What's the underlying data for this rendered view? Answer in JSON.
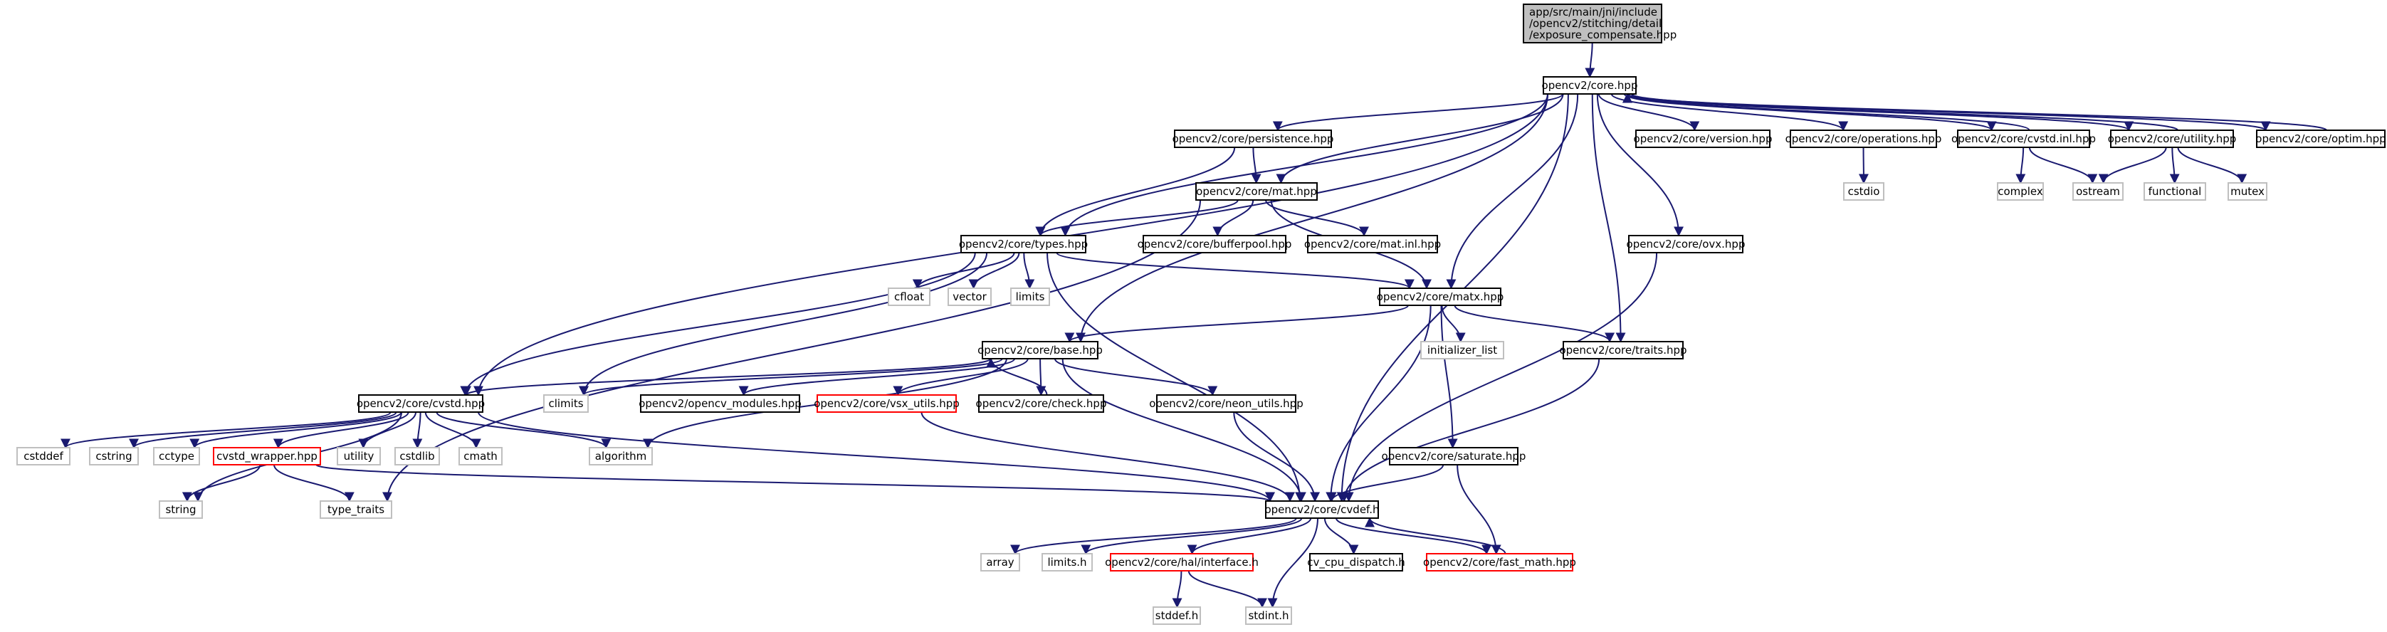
{
  "root_lines": [
    "app/src/main/jni/include",
    "/opencv2/stitching/detail",
    "/exposure_compensate.hpp"
  ],
  "nodes": {
    "core": "opencv2/core.hpp",
    "persistence": "opencv2/core/persistence.hpp",
    "version": "opencv2/core/version.hpp",
    "operations": "opencv2/core/operations.hpp",
    "cvstd_inl": "opencv2/core/cvstd.inl.hpp",
    "utility": "opencv2/core/utility.hpp",
    "optim": "opencv2/core/optim.hpp",
    "cstdio": "cstdio",
    "complex": "complex",
    "ostream": "ostream",
    "functional": "functional",
    "mutex": "mutex",
    "mat": "opencv2/core/mat.hpp",
    "types": "opencv2/core/types.hpp",
    "bufferpool": "opencv2/core/bufferpool.hpp",
    "mat_inl": "opencv2/core/mat.inl.hpp",
    "ovx": "opencv2/core/ovx.hpp",
    "cfloat": "cfloat",
    "vector": "vector",
    "limits": "limits",
    "matx": "opencv2/core/matx.hpp",
    "initializer_list": "initializer_list",
    "traits": "opencv2/core/traits.hpp",
    "base": "opencv2/core/base.hpp",
    "cvstd": "opencv2/core/cvstd.hpp",
    "climits": "climits",
    "modules": "opencv2/opencv_modules.hpp",
    "vsx": "opencv2/core/vsx_utils.hpp",
    "check": "opencv2/core/check.hpp",
    "neon": "opencv2/core/neon_utils.hpp",
    "cstddef": "cstddef",
    "cstring": "cstring",
    "cctype": "cctype",
    "cvstd_wrapper": "cvstd_wrapper.hpp",
    "utility_std": "utility",
    "cstdlib": "cstdlib",
    "cmath": "cmath",
    "algorithm": "algorithm",
    "saturate": "opencv2/core/saturate.hpp",
    "string": "string",
    "type_traits": "type_traits",
    "cvdef": "opencv2/core/cvdef.h",
    "array": "array",
    "limits_h": "limits.h",
    "hal_interface": "opencv2/core/hal/interface.h",
    "cpu_dispatch": "cv_cpu_dispatch.h",
    "fast_math": "opencv2/core/fast_math.hpp",
    "stddef_h": "stddef.h",
    "stdint_h": "stdint.h"
  },
  "colors": {
    "edge": "#191970",
    "missing_border": "#ff0000",
    "system_border": "#bfbfbf",
    "root_fill": "#bfbfbf"
  }
}
